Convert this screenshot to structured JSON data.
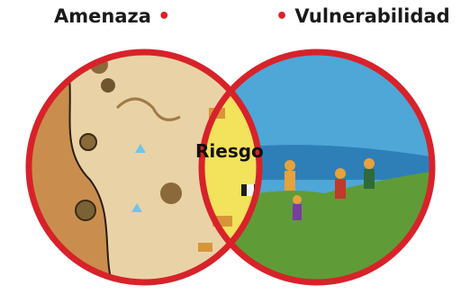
{
  "labels": {
    "left": "Amenaza",
    "right": "Vulnerabilidad",
    "center": "Riesgo"
  },
  "colors": {
    "ring": "#d8222a",
    "left_fill": "#c98e4d",
    "right_sky": "#4ea7d6",
    "right_grass": "#5f9c37",
    "center_fill": "#f2e25c"
  }
}
